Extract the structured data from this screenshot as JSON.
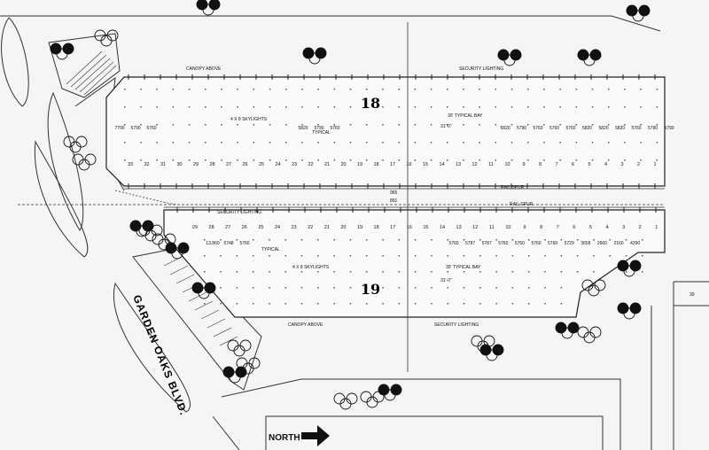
{
  "buildings": [
    {
      "number": "18"
    },
    {
      "number": "19"
    }
  ],
  "labels": {
    "canopy_top": "CANOPY ABOVE",
    "canopy_bottom": "CANOPY ABOVE",
    "security_top": "SECURITY LIGHTING",
    "security_mid": "SECURITY LIGHTING",
    "security_bottom": "SECURITY LIGHTING",
    "skylights_top": "4 X 8 SKYLIGHTS",
    "skylights_bottom": "4 X 8 SKYLIGHTS",
    "rail_spur_top": "RAIL SPUR",
    "rail_spur_bottom": "RAIL SPUR",
    "dim_total": "965",
    "dim_bottom": "891",
    "typical_top": "TYPICAL",
    "typical_bottom": "TYPICAL",
    "typical_bay_top": "30' TYPICAL BAY",
    "typical_bay_bottom": "30' TYPICAL BAY",
    "clear_top": "31'-0\"",
    "clear_bottom": "31'-0\"",
    "dim_side": "30"
  },
  "road": {
    "name": "GARDEN OAKS BLVD."
  },
  "north": {
    "label": "NORTH"
  },
  "bays_top": [
    "33",
    "32",
    "31",
    "30",
    "29",
    "28",
    "27",
    "26",
    "25",
    "24",
    "23",
    "22",
    "21",
    "20",
    "19",
    "18",
    "17",
    "16",
    "15",
    "14",
    "13",
    "12",
    "11",
    "10",
    "9",
    "8",
    "7",
    "6",
    "5",
    "4",
    "3",
    "2",
    "1"
  ],
  "bays_bottom": [
    "29",
    "28",
    "27",
    "26",
    "25",
    "24",
    "23",
    "22",
    "21",
    "20",
    "19",
    "18",
    "17",
    "16",
    "15",
    "14",
    "13",
    "12",
    "11",
    "10",
    "9",
    "8",
    "7",
    "6",
    "5",
    "4",
    "3",
    "2",
    "1"
  ],
  "areas_top": {
    "left": [
      "7790",
      "5790",
      "5760"
    ],
    "mid": [
      "5820",
      "5790",
      "5760"
    ],
    "right": [
      "5820",
      "5790",
      "5760",
      "5760",
      "5760",
      "5820",
      "5820",
      "5820",
      "5760",
      "5790",
      "5790"
    ]
  },
  "areas_bottom": {
    "left": [
      "13,860",
      "5748",
      "5760"
    ],
    "right": [
      "5760",
      "5787",
      "5787",
      "5760",
      "5760",
      "5760",
      "5760",
      "5729",
      "3658",
      "2660",
      "2160",
      "4390"
    ]
  }
}
